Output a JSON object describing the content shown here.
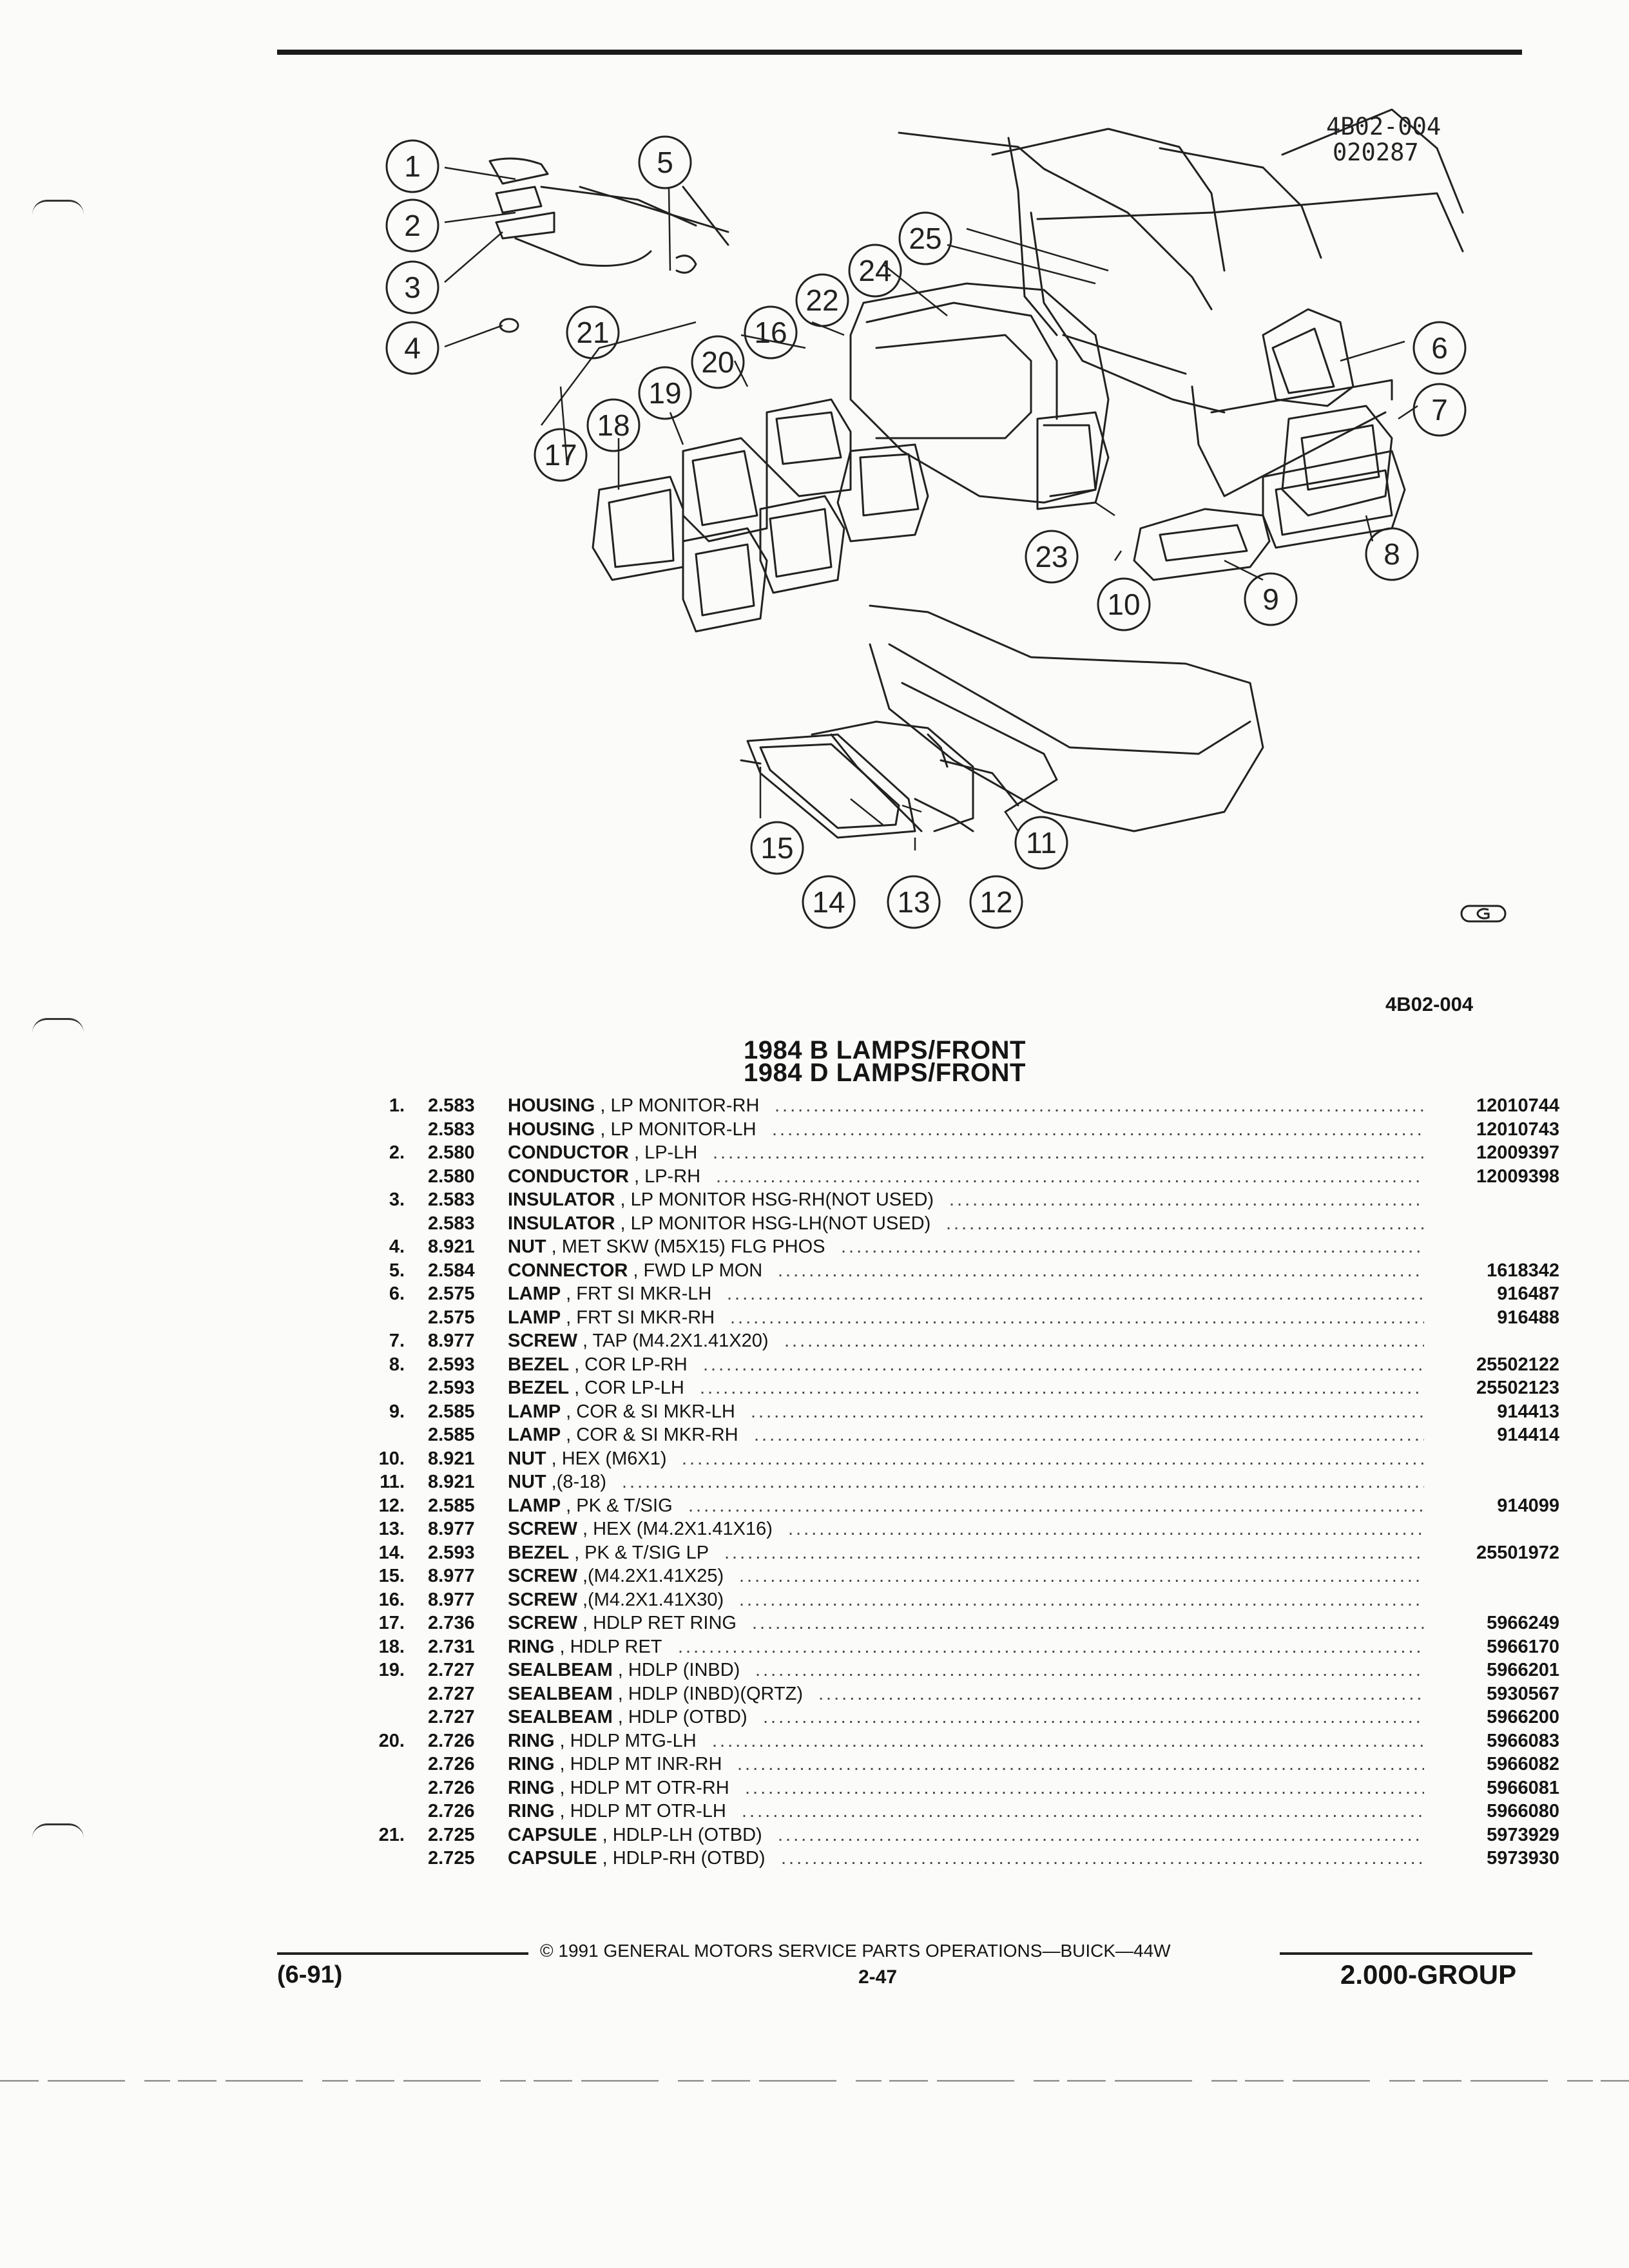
{
  "figure": {
    "ref_line1": "4B02-004",
    "ref_line2": "020287",
    "code": "4B02-004",
    "callouts": [
      "1",
      "2",
      "3",
      "4",
      "5",
      "6",
      "7",
      "8",
      "9",
      "10",
      "11",
      "12",
      "13",
      "14",
      "15",
      "16",
      "17",
      "18",
      "19",
      "20",
      "21",
      "22",
      "23",
      "24",
      "25"
    ]
  },
  "title": {
    "line1": "1984 B LAMPS/FRONT",
    "line2": "1984 D LAMPS/FRONT"
  },
  "parts": [
    {
      "num": "1.",
      "group": "2.583",
      "name": "HOUSING",
      "desc": ", LP MONITOR-RH",
      "pn": "12010744"
    },
    {
      "num": "",
      "group": "2.583",
      "name": "HOUSING",
      "desc": ", LP MONITOR-LH",
      "pn": "12010743"
    },
    {
      "num": "2.",
      "group": "2.580",
      "name": "CONDUCTOR",
      "desc": ", LP-LH",
      "pn": "12009397"
    },
    {
      "num": "",
      "group": "2.580",
      "name": "CONDUCTOR",
      "desc": ", LP-RH",
      "pn": "12009398"
    },
    {
      "num": "3.",
      "group": "2.583",
      "name": "INSULATOR",
      "desc": ", LP MONITOR HSG-RH(NOT USED)",
      "pn": ""
    },
    {
      "num": "",
      "group": "2.583",
      "name": "INSULATOR",
      "desc": ", LP MONITOR HSG-LH(NOT USED)",
      "pn": ""
    },
    {
      "num": "4.",
      "group": "8.921",
      "name": "NUT",
      "desc": ", MET SKW (M5X15) FLG PHOS",
      "pn": ""
    },
    {
      "num": "5.",
      "group": "2.584",
      "name": "CONNECTOR",
      "desc": ", FWD LP MON",
      "pn": "1618342"
    },
    {
      "num": "6.",
      "group": "2.575",
      "name": "LAMP",
      "desc": ", FRT SI MKR-LH",
      "pn": "916487"
    },
    {
      "num": "",
      "group": "2.575",
      "name": "LAMP",
      "desc": ", FRT SI MKR-RH",
      "pn": "916488"
    },
    {
      "num": "7.",
      "group": "8.977",
      "name": "SCREW",
      "desc": ", TAP (M4.2X1.41X20)",
      "pn": ""
    },
    {
      "num": "8.",
      "group": "2.593",
      "name": "BEZEL",
      "desc": ", COR LP-RH",
      "pn": "25502122"
    },
    {
      "num": "",
      "group": "2.593",
      "name": "BEZEL",
      "desc": ", COR LP-LH",
      "pn": "25502123"
    },
    {
      "num": "9.",
      "group": "2.585",
      "name": "LAMP",
      "desc": ", COR & SI MKR-LH",
      "pn": "914413"
    },
    {
      "num": "",
      "group": "2.585",
      "name": "LAMP",
      "desc": ", COR & SI MKR-RH",
      "pn": "914414"
    },
    {
      "num": "10.",
      "group": "8.921",
      "name": "NUT",
      "desc": ", HEX (M6X1)",
      "pn": ""
    },
    {
      "num": "11.",
      "group": "8.921",
      "name": "NUT",
      "desc": ",(8-18)",
      "pn": ""
    },
    {
      "num": "12.",
      "group": "2.585",
      "name": "LAMP",
      "desc": ", PK & T/SIG",
      "pn": "914099"
    },
    {
      "num": "13.",
      "group": "8.977",
      "name": "SCREW",
      "desc": ", HEX (M4.2X1.41X16)",
      "pn": ""
    },
    {
      "num": "14.",
      "group": "2.593",
      "name": "BEZEL",
      "desc": ", PK & T/SIG LP",
      "pn": "25501972"
    },
    {
      "num": "15.",
      "group": "8.977",
      "name": "SCREW",
      "desc": ",(M4.2X1.41X25)",
      "pn": ""
    },
    {
      "num": "16.",
      "group": "8.977",
      "name": "SCREW",
      "desc": ",(M4.2X1.41X30)",
      "pn": ""
    },
    {
      "num": "17.",
      "group": "2.736",
      "name": "SCREW",
      "desc": ", HDLP RET RING",
      "pn": "5966249"
    },
    {
      "num": "18.",
      "group": "2.731",
      "name": "RING",
      "desc": ", HDLP RET",
      "pn": "5966170"
    },
    {
      "num": "19.",
      "group": "2.727",
      "name": "SEALBEAM",
      "desc": ", HDLP (INBD)",
      "pn": "5966201"
    },
    {
      "num": "",
      "group": "2.727",
      "name": "SEALBEAM",
      "desc": ", HDLP (INBD)(QRTZ)",
      "pn": "5930567"
    },
    {
      "num": "",
      "group": "2.727",
      "name": "SEALBEAM",
      "desc": ", HDLP (OTBD)",
      "pn": "5966200"
    },
    {
      "num": "20.",
      "group": "2.726",
      "name": "RING",
      "desc": ", HDLP MTG-LH",
      "pn": "5966083"
    },
    {
      "num": "",
      "group": "2.726",
      "name": "RING",
      "desc": ", HDLP MT INR-RH",
      "pn": "5966082"
    },
    {
      "num": "",
      "group": "2.726",
      "name": "RING",
      "desc": ", HDLP MT OTR-RH",
      "pn": "5966081"
    },
    {
      "num": "",
      "group": "2.726",
      "name": "RING",
      "desc": ", HDLP MT OTR-LH",
      "pn": "5966080"
    },
    {
      "num": "21.",
      "group": "2.725",
      "name": "CAPSULE",
      "desc": ", HDLP-LH (OTBD)",
      "pn": "5973929"
    },
    {
      "num": "",
      "group": "2.725",
      "name": "CAPSULE",
      "desc": ", HDLP-RH (OTBD)",
      "pn": "5973930"
    }
  ],
  "footer": {
    "copyright": "© 1991 GENERAL MOTORS SERVICE PARTS OPERATIONS—BUICK—44W",
    "date": "(6-91)",
    "page": "2-47",
    "group": "2.000-GROUP"
  }
}
